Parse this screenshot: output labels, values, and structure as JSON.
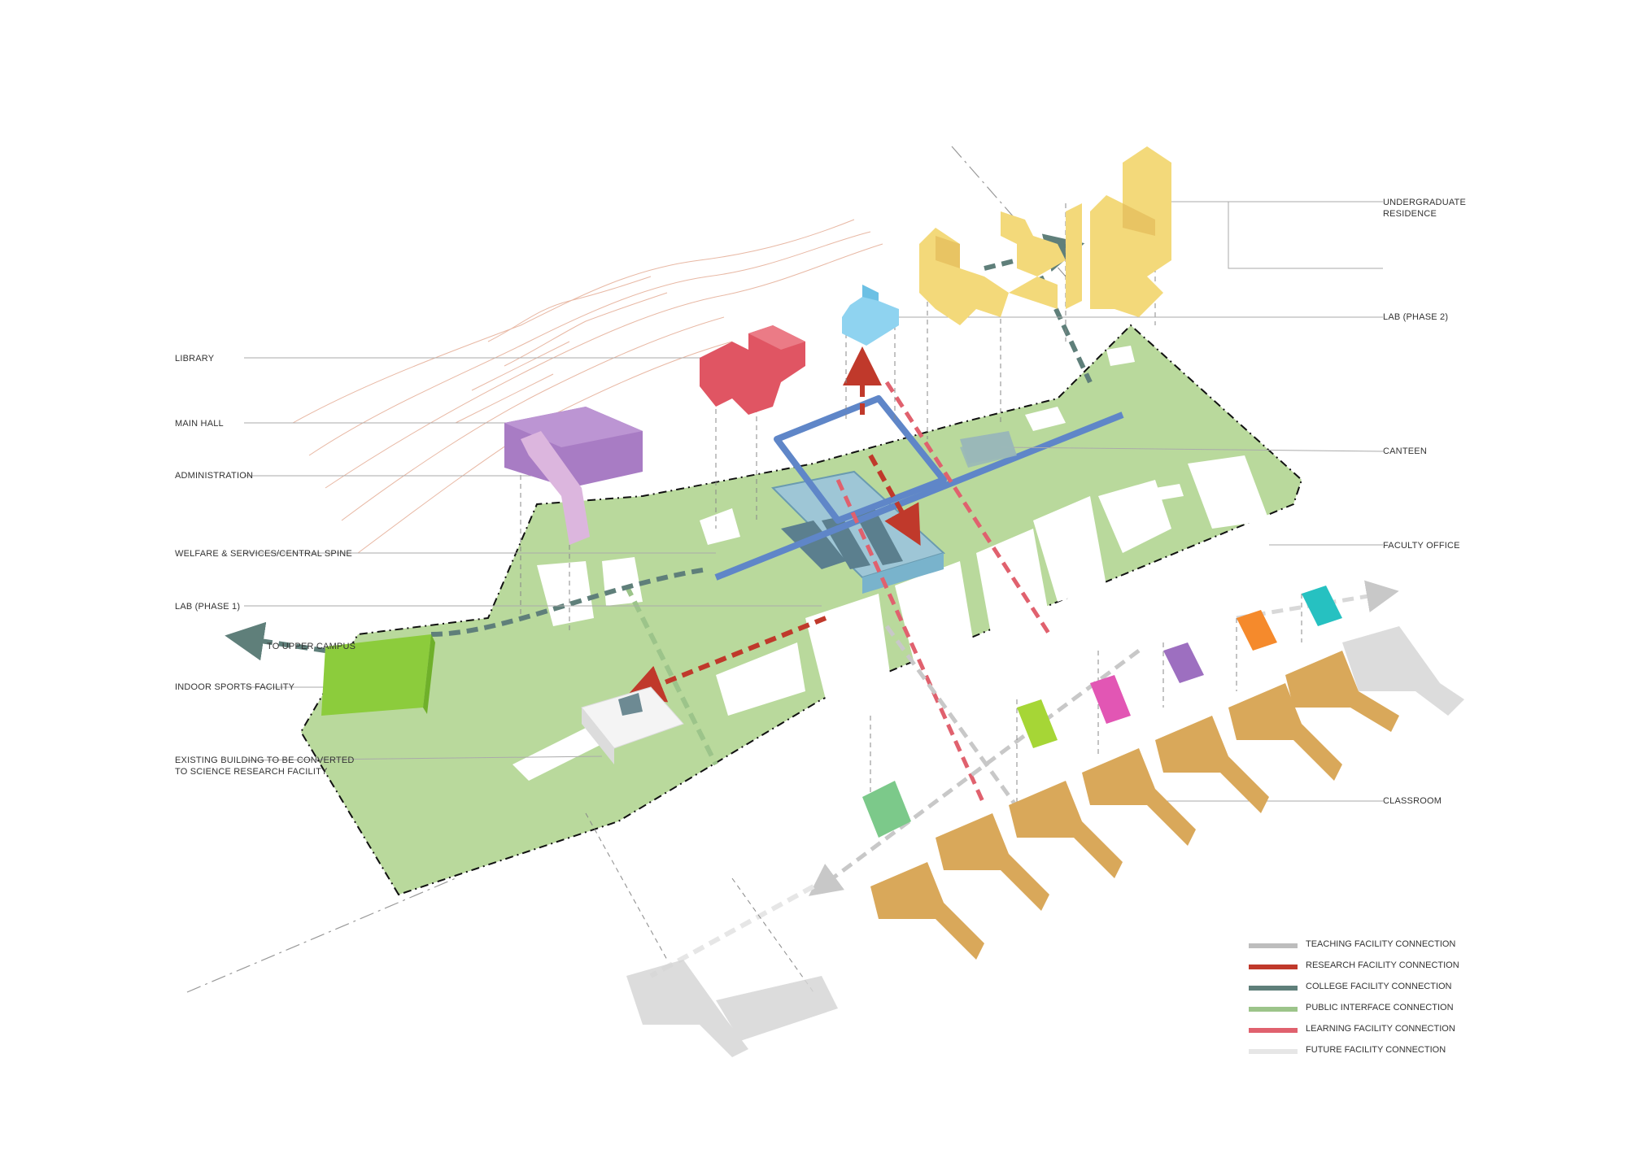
{
  "labels": {
    "undergraduate_residence": "UNDERGRADUATE RESIDENCE",
    "lab_phase_2": "LAB (PHASE 2)",
    "library": "LIBRARY",
    "main_hall": "MAIN HALL",
    "canteen": "CANTEEN",
    "administration": "ADMINISTRATION",
    "faculty_office": "FACULTY OFFICE",
    "welfare_services": "WELFARE & SERVICES/CENTRAL SPINE",
    "lab_phase_1": "LAB (PHASE 1)",
    "to_upper_campus": "TO UPPER CAMPUS",
    "indoor_sports": "INDOOR SPORTS FACILITY",
    "existing_building_1": "EXISTING BUILDING TO BE CONVERTED",
    "existing_building_2": "TO SCIENCE RESEARCH FACILITY",
    "classroom": "CLASSROOM"
  },
  "legend": [
    {
      "label": "TEACHING FACILITY CONNECTION",
      "color": "#bdbdbd"
    },
    {
      "label": "RESEARCH FACILITY CONNECTION",
      "color": "#c0392b"
    },
    {
      "label": "COLLEGE FACILITY CONNECTION",
      "color": "#5f7f7a"
    },
    {
      "label": "PUBLIC INTERFACE CONNECTION",
      "color": "#9cc48a"
    },
    {
      "label": "LEARNING FACILITY CONNECTION",
      "color": "#e0616e"
    },
    {
      "label": "FUTURE FACILITY CONNECTION",
      "color": "#e6e6e6"
    }
  ],
  "colors": {
    "site": "#b9d99c",
    "residence": "#f3d97a",
    "lab2": "#8fd3f0",
    "library": "#e05563",
    "mainhall": "#a87cc4",
    "admin": "#dcb6de",
    "sports": "#8ccc3c",
    "classroom": "#d9a85a"
  }
}
